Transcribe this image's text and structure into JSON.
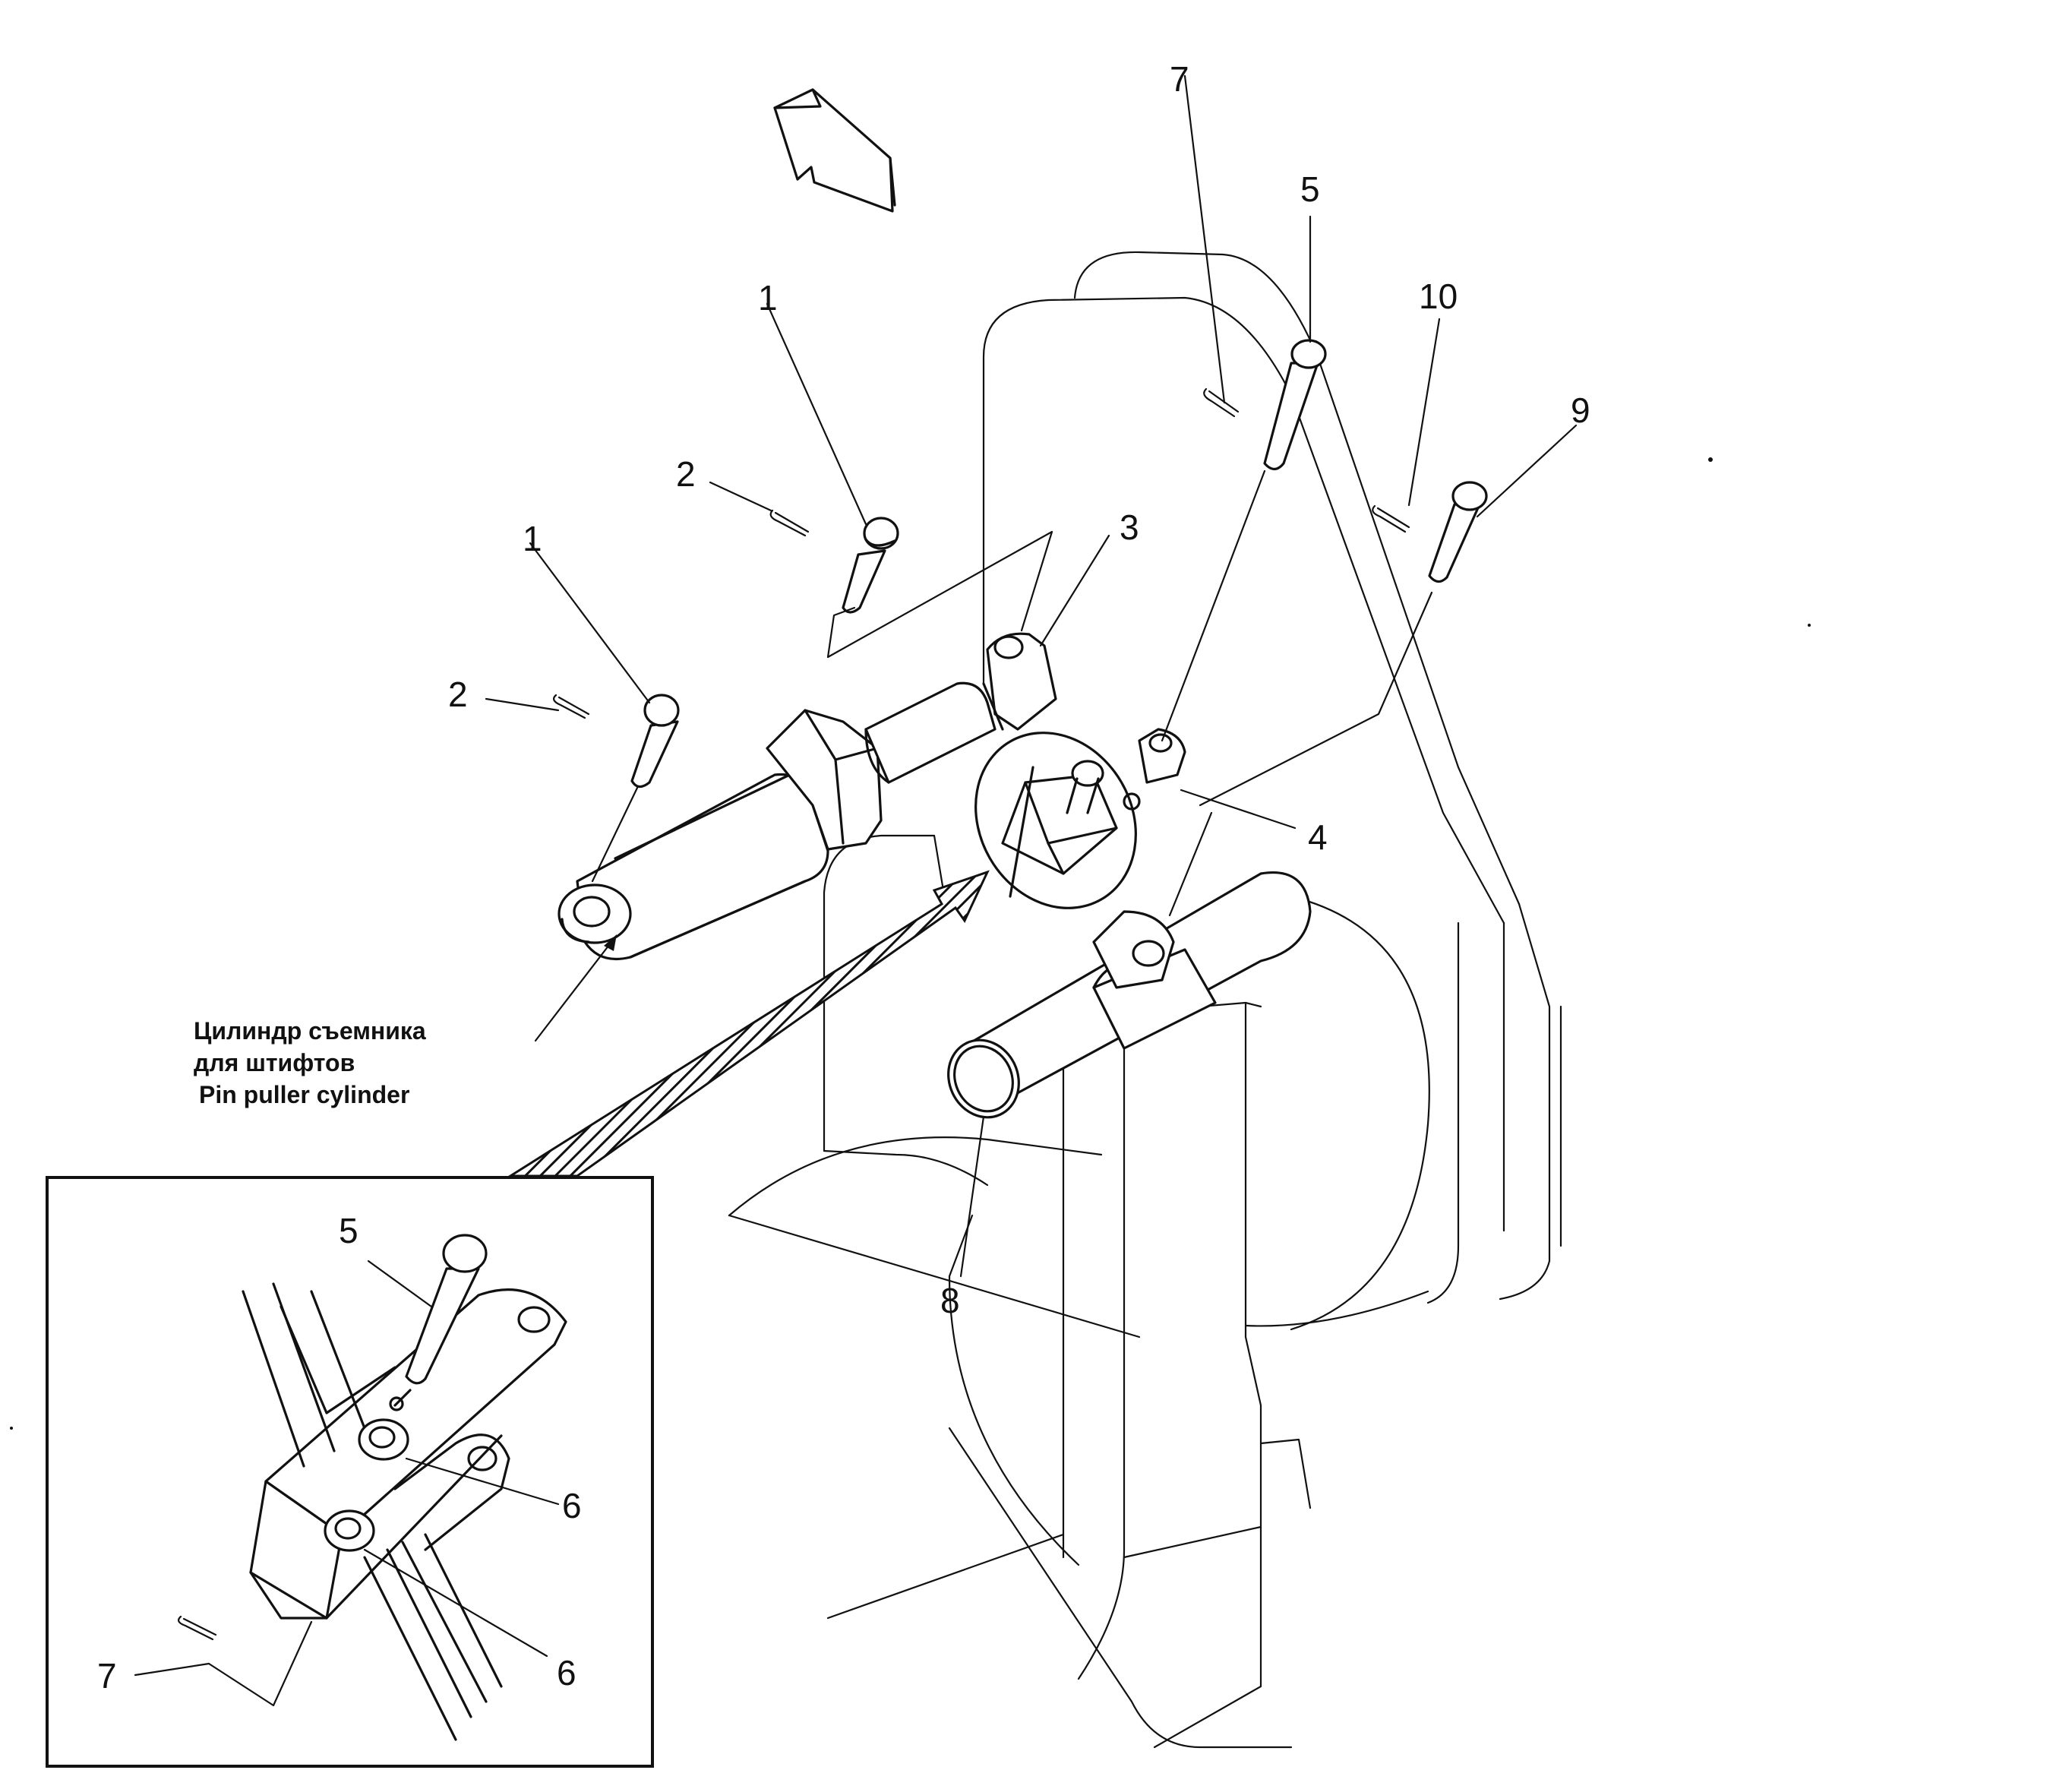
{
  "caption": {
    "line1": "Цилиндр съемника",
    "line2": "для штифтов",
    "line3": "Pin puller cylinder"
  },
  "callouts": {
    "main": [
      {
        "id": "c7-top",
        "label": "7"
      },
      {
        "id": "c5-top",
        "label": "5"
      },
      {
        "id": "c10",
        "label": "10"
      },
      {
        "id": "c9",
        "label": "9"
      },
      {
        "id": "c1-upper",
        "label": "1"
      },
      {
        "id": "c2-upper",
        "label": "2"
      },
      {
        "id": "c3",
        "label": "3"
      },
      {
        "id": "c1-lower",
        "label": "1"
      },
      {
        "id": "c2-lower",
        "label": "2"
      },
      {
        "id": "c4",
        "label": "4"
      },
      {
        "id": "c8",
        "label": "8"
      }
    ],
    "inset": [
      {
        "id": "i5",
        "label": "5"
      },
      {
        "id": "i6-upper",
        "label": "6"
      },
      {
        "id": "i6-lower",
        "label": "6"
      },
      {
        "id": "i7",
        "label": "7"
      }
    ]
  },
  "icons": [
    "direction-arrow-icon",
    "detail-pointer-arrow-icon"
  ]
}
